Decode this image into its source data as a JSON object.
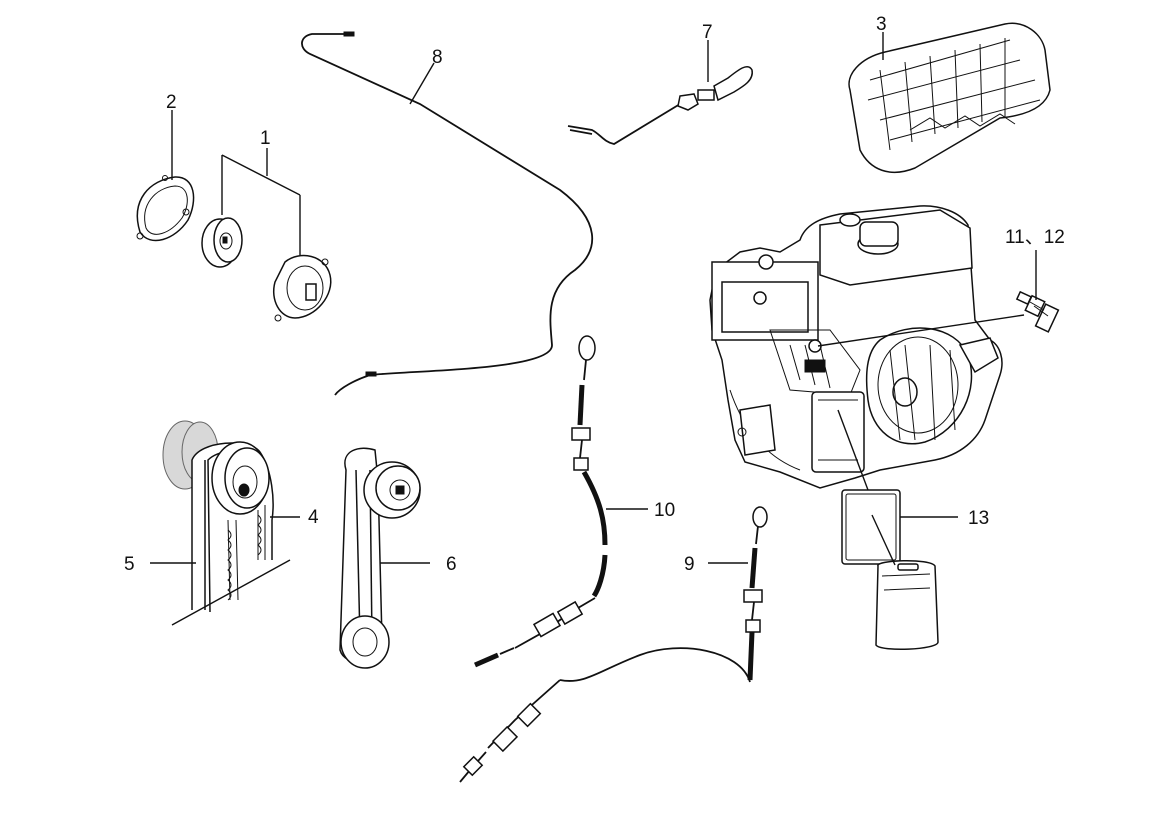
{
  "diagram": {
    "callouts": [
      {
        "id": "c1",
        "label": "1"
      },
      {
        "id": "c2",
        "label": "2"
      },
      {
        "id": "c3",
        "label": "3"
      },
      {
        "id": "c4",
        "label": "4"
      },
      {
        "id": "c5",
        "label": "5"
      },
      {
        "id": "c6",
        "label": "6"
      },
      {
        "id": "c7",
        "label": "7"
      },
      {
        "id": "c8",
        "label": "8"
      },
      {
        "id": "c9",
        "label": "9"
      },
      {
        "id": "c10",
        "label": "10"
      },
      {
        "id": "c11_12",
        "label": "11、12"
      },
      {
        "id": "c13",
        "label": "13"
      }
    ]
  }
}
